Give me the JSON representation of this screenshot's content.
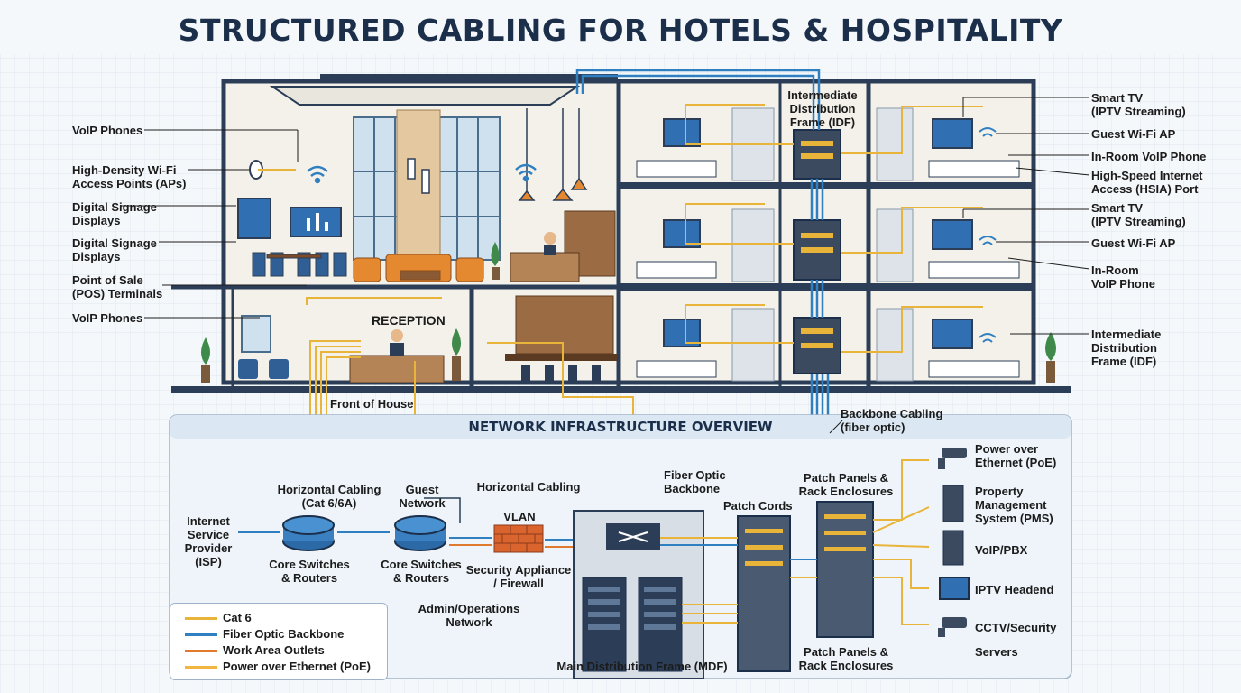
{
  "title": "STRUCTURED CABLING FOR HOTELS & HOSPITALITY",
  "colors": {
    "cat6": "#e8b53a",
    "fiber": "#2f7fc1",
    "outlet": "#e07a2e",
    "poe": "#f0b640",
    "frame": "#2c3e57"
  },
  "left_labels": {
    "voip_phones_top": "VoIP Phones",
    "wifi_aps": "High-Density Wi-Fi\nAccess Points (APs)",
    "signage_1": "Digital Signage\nDisplays",
    "signage_2": "Digital Signage\nDisplays",
    "pos": "Point of Sale\n(POS) Terminals",
    "voip_phones_bottom": "VoIP Phones"
  },
  "room_labels": {
    "idf_top": "Intermediate\nDistribution\nFrame (IDF)",
    "reception": "RECEPTION",
    "front_of_house": "Front of House",
    "backbone_cabling": "Backbone Cabling\n(fiber optic)"
  },
  "right_labels": {
    "smart_tv_1": "Smart TV\n(IPTV Streaming)",
    "guest_wifi_1": "Guest Wi-Fi AP",
    "voip_room_1": "In-Room VoIP Phone",
    "hsia": "High-Speed Internet\nAccess (HSIA) Port",
    "smart_tv_2": "Smart TV\n(IPTV Streaming)",
    "guest_wifi_2": "Guest Wi-Fi AP",
    "voip_room_2": "In-Room\nVoIP Phone",
    "idf_right": "Intermediate\nDistribution\nFrame (IDF)"
  },
  "network": {
    "section_title": "NETWORK INFRASTRUCTURE OVERVIEW",
    "isp": "Internet\nService\nProvider\n(ISP)",
    "horizontal_cabling_1": "Horizontal Cabling\n(Cat 6/6A)",
    "core_1": "Core Switches\n& Routers",
    "guest_network": "Guest\nNetwork",
    "core_2": "Core Switches\n& Routers",
    "horizontal_cabling_2": "Horizontal Cabling",
    "vlan": "VLAN",
    "security": "Security Appliance\n/ Firewall",
    "admin": "Admin/Operations\nNetwork",
    "fiber_backbone": "Fiber Optic\nBackbone",
    "patch_cords": "Patch Cords",
    "patch_panels_top": "Patch Panels &\nRack Enclosures",
    "mdf": "Main Distribution Frame (MDF)",
    "patch_panels_bottom": "Patch Panels &\nRack Enclosures",
    "poe": "Power over\nEthernet (PoE)",
    "pms": "Property\nManagement\nSystem (PMS)",
    "voip_pbx": "VoIP/PBX",
    "iptv": "IPTV Headend",
    "cctv": "CCTV/Security",
    "servers": "Servers"
  },
  "legend": [
    {
      "label": "Cat 6",
      "color": "#e8b53a"
    },
    {
      "label": "Fiber Optic Backbone",
      "color": "#2f7fc1"
    },
    {
      "label": "Work Area Outlets",
      "color": "#e07a2e"
    },
    {
      "label": "Power over Ethernet (PoE)",
      "color": "#f0b640"
    }
  ]
}
